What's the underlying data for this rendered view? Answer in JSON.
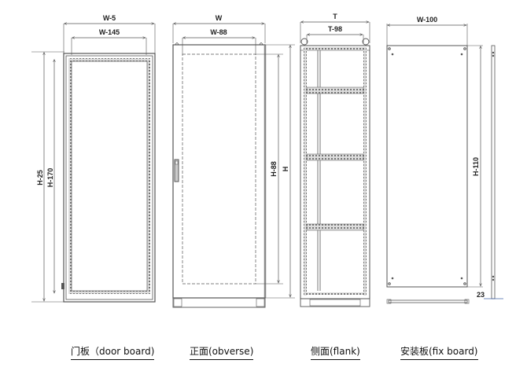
{
  "views": [
    {
      "id": "door-board",
      "caption": "门板（door board)",
      "dimensions": {
        "outer_width": "W-5",
        "inner_width": "W-145",
        "outer_height": "H-25",
        "inner_height": "H-170"
      }
    },
    {
      "id": "obverse",
      "caption": "正面(obverse)",
      "dimensions": {
        "outer_width": "W",
        "inner_width": "W-88",
        "outer_height": "H",
        "inner_height": "H-88"
      }
    },
    {
      "id": "flank",
      "caption": "侧面(flank)",
      "dimensions": {
        "outer_width": "T",
        "inner_width": "T-98"
      }
    },
    {
      "id": "fix-board",
      "caption": "安装板(fix board)",
      "dimensions": {
        "width": "W-100",
        "height": "H-110",
        "thickness": "23"
      }
    }
  ],
  "colors": {
    "line": "#555555",
    "dim_line": "#666666",
    "perforation": "#888888",
    "base": "#999999"
  }
}
